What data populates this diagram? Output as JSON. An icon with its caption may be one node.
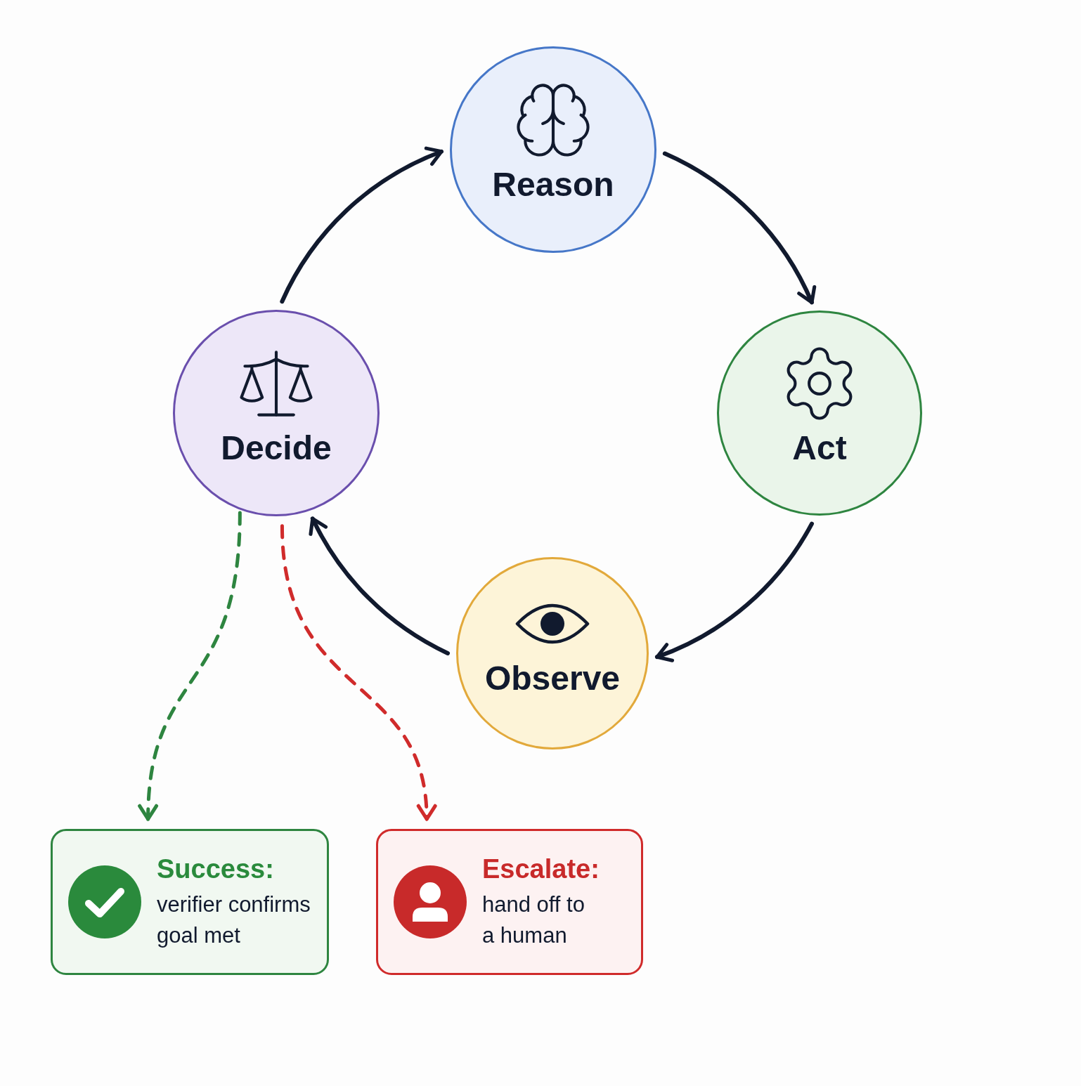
{
  "diagram": {
    "nodes": [
      {
        "text": [
          "Reason"
        ]
      },
      {
        "text": [
          "Act"
        ]
      },
      {
        "text": [
          "Observe"
        ]
      },
      {
        "text": [
          "Decide"
        ]
      },
      {
        "text": [
          "Success:",
          "verifier confirms goal met"
        ]
      },
      {
        "text": [
          "Escalate:",
          "hand off to a human"
        ]
      }
    ],
    "edges": [
      {
        "from": 0,
        "to": 1,
        "arrow": "to"
      },
      {
        "from": 1,
        "to": 2,
        "arrow": "to"
      },
      {
        "from": 2,
        "to": 3,
        "arrow": "to"
      },
      {
        "from": 3,
        "to": 0,
        "arrow": "to"
      },
      {
        "from": 3,
        "to": 4,
        "arrow": "to",
        "style": "dashed",
        "color": "#2e8540"
      },
      {
        "from": 3,
        "to": 5,
        "arrow": "to",
        "style": "dashed",
        "color": "#d02b2b"
      }
    ]
  }
}
